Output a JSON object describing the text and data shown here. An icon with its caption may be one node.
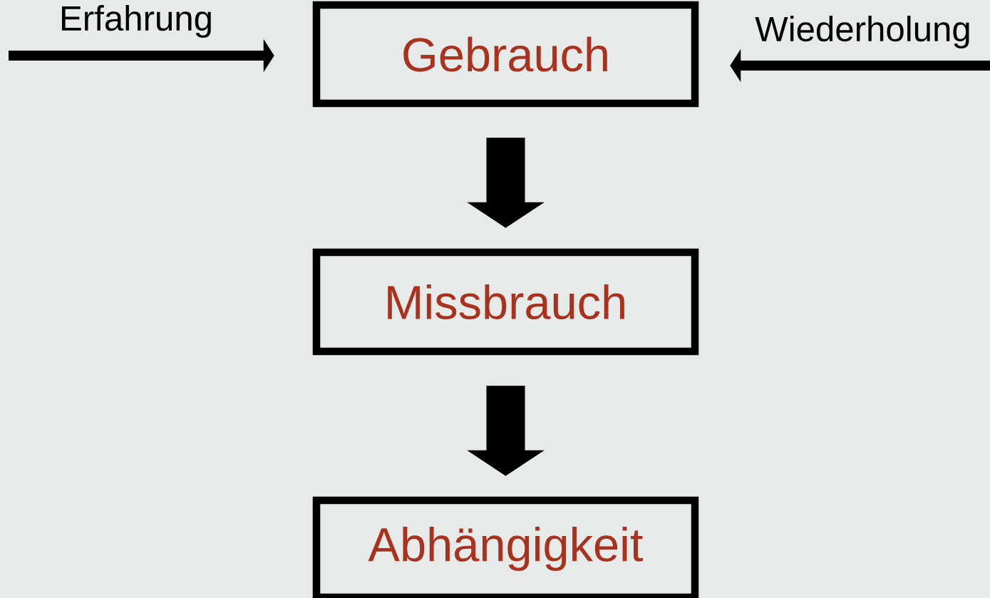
{
  "diagram": {
    "nodes": [
      {
        "text": [
          "Gebrauch"
        ]
      },
      {
        "text": [
          "Missbrauch"
        ]
      },
      {
        "text": [
          "Abhängigkeit"
        ]
      }
    ],
    "edges": [
      {
        "from": null,
        "to": 0,
        "arrow": "to",
        "label": "Erfahrung"
      },
      {
        "from": null,
        "to": 0,
        "arrow": "to",
        "label": "Wiederholung"
      },
      {
        "from": 0,
        "to": 1,
        "arrow": "to",
        "style": "thick"
      },
      {
        "from": 1,
        "to": 2,
        "arrow": "to",
        "style": "thick"
      }
    ]
  }
}
